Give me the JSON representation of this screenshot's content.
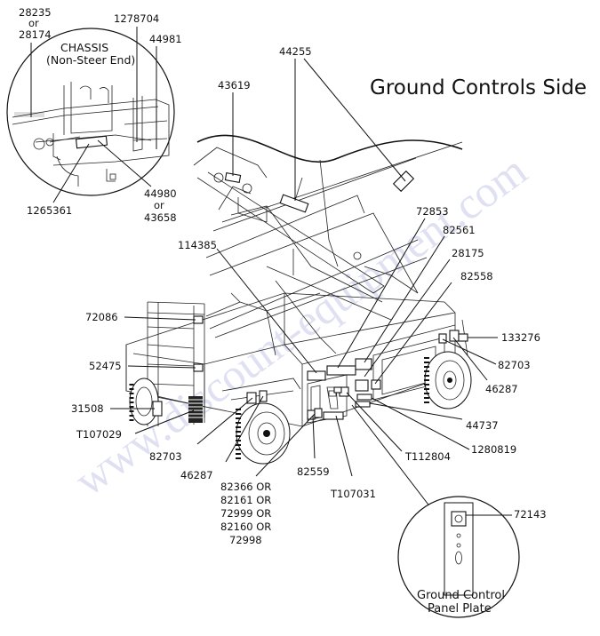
{
  "title": "Ground Controls Side",
  "watermark": "www.discount-equipment.com",
  "inset_chassis": {
    "title_line1": "CHASSIS",
    "title_line2": "(Non-Steer End)",
    "labels": {
      "p28235": "28235",
      "or1": "or",
      "p28174": "28174",
      "p1278704": "1278704",
      "p44981": "44981",
      "p1265361": "1265361",
      "p44980": "44980",
      "or2": "or",
      "p43658": "43658"
    }
  },
  "inset_panel": {
    "title_line1": "Ground Control",
    "title_line2": "Panel Plate",
    "label": "72143"
  },
  "callouts": {
    "p43619": "43619",
    "p44255": "44255",
    "p72853": "72853",
    "p82561": "82561",
    "p28175": "28175",
    "p82558": "82558",
    "p114385": "114385",
    "p72086": "72086",
    "p133276": "133276",
    "p82703a": "82703",
    "p52475": "52475",
    "p46287a": "46287",
    "p31508": "31508",
    "p44737": "44737",
    "pT107029": "T107029",
    "p1280819": "1280819",
    "p82703b": "82703",
    "pT112804": "T112804",
    "p46287b": "46287",
    "p82559": "82559",
    "pT107031": "T107031",
    "stack1": "82366 OR",
    "stack2": "82161 OR",
    "stack3": "72999 OR",
    "stack4": "82160 OR",
    "stack5": "72998"
  }
}
